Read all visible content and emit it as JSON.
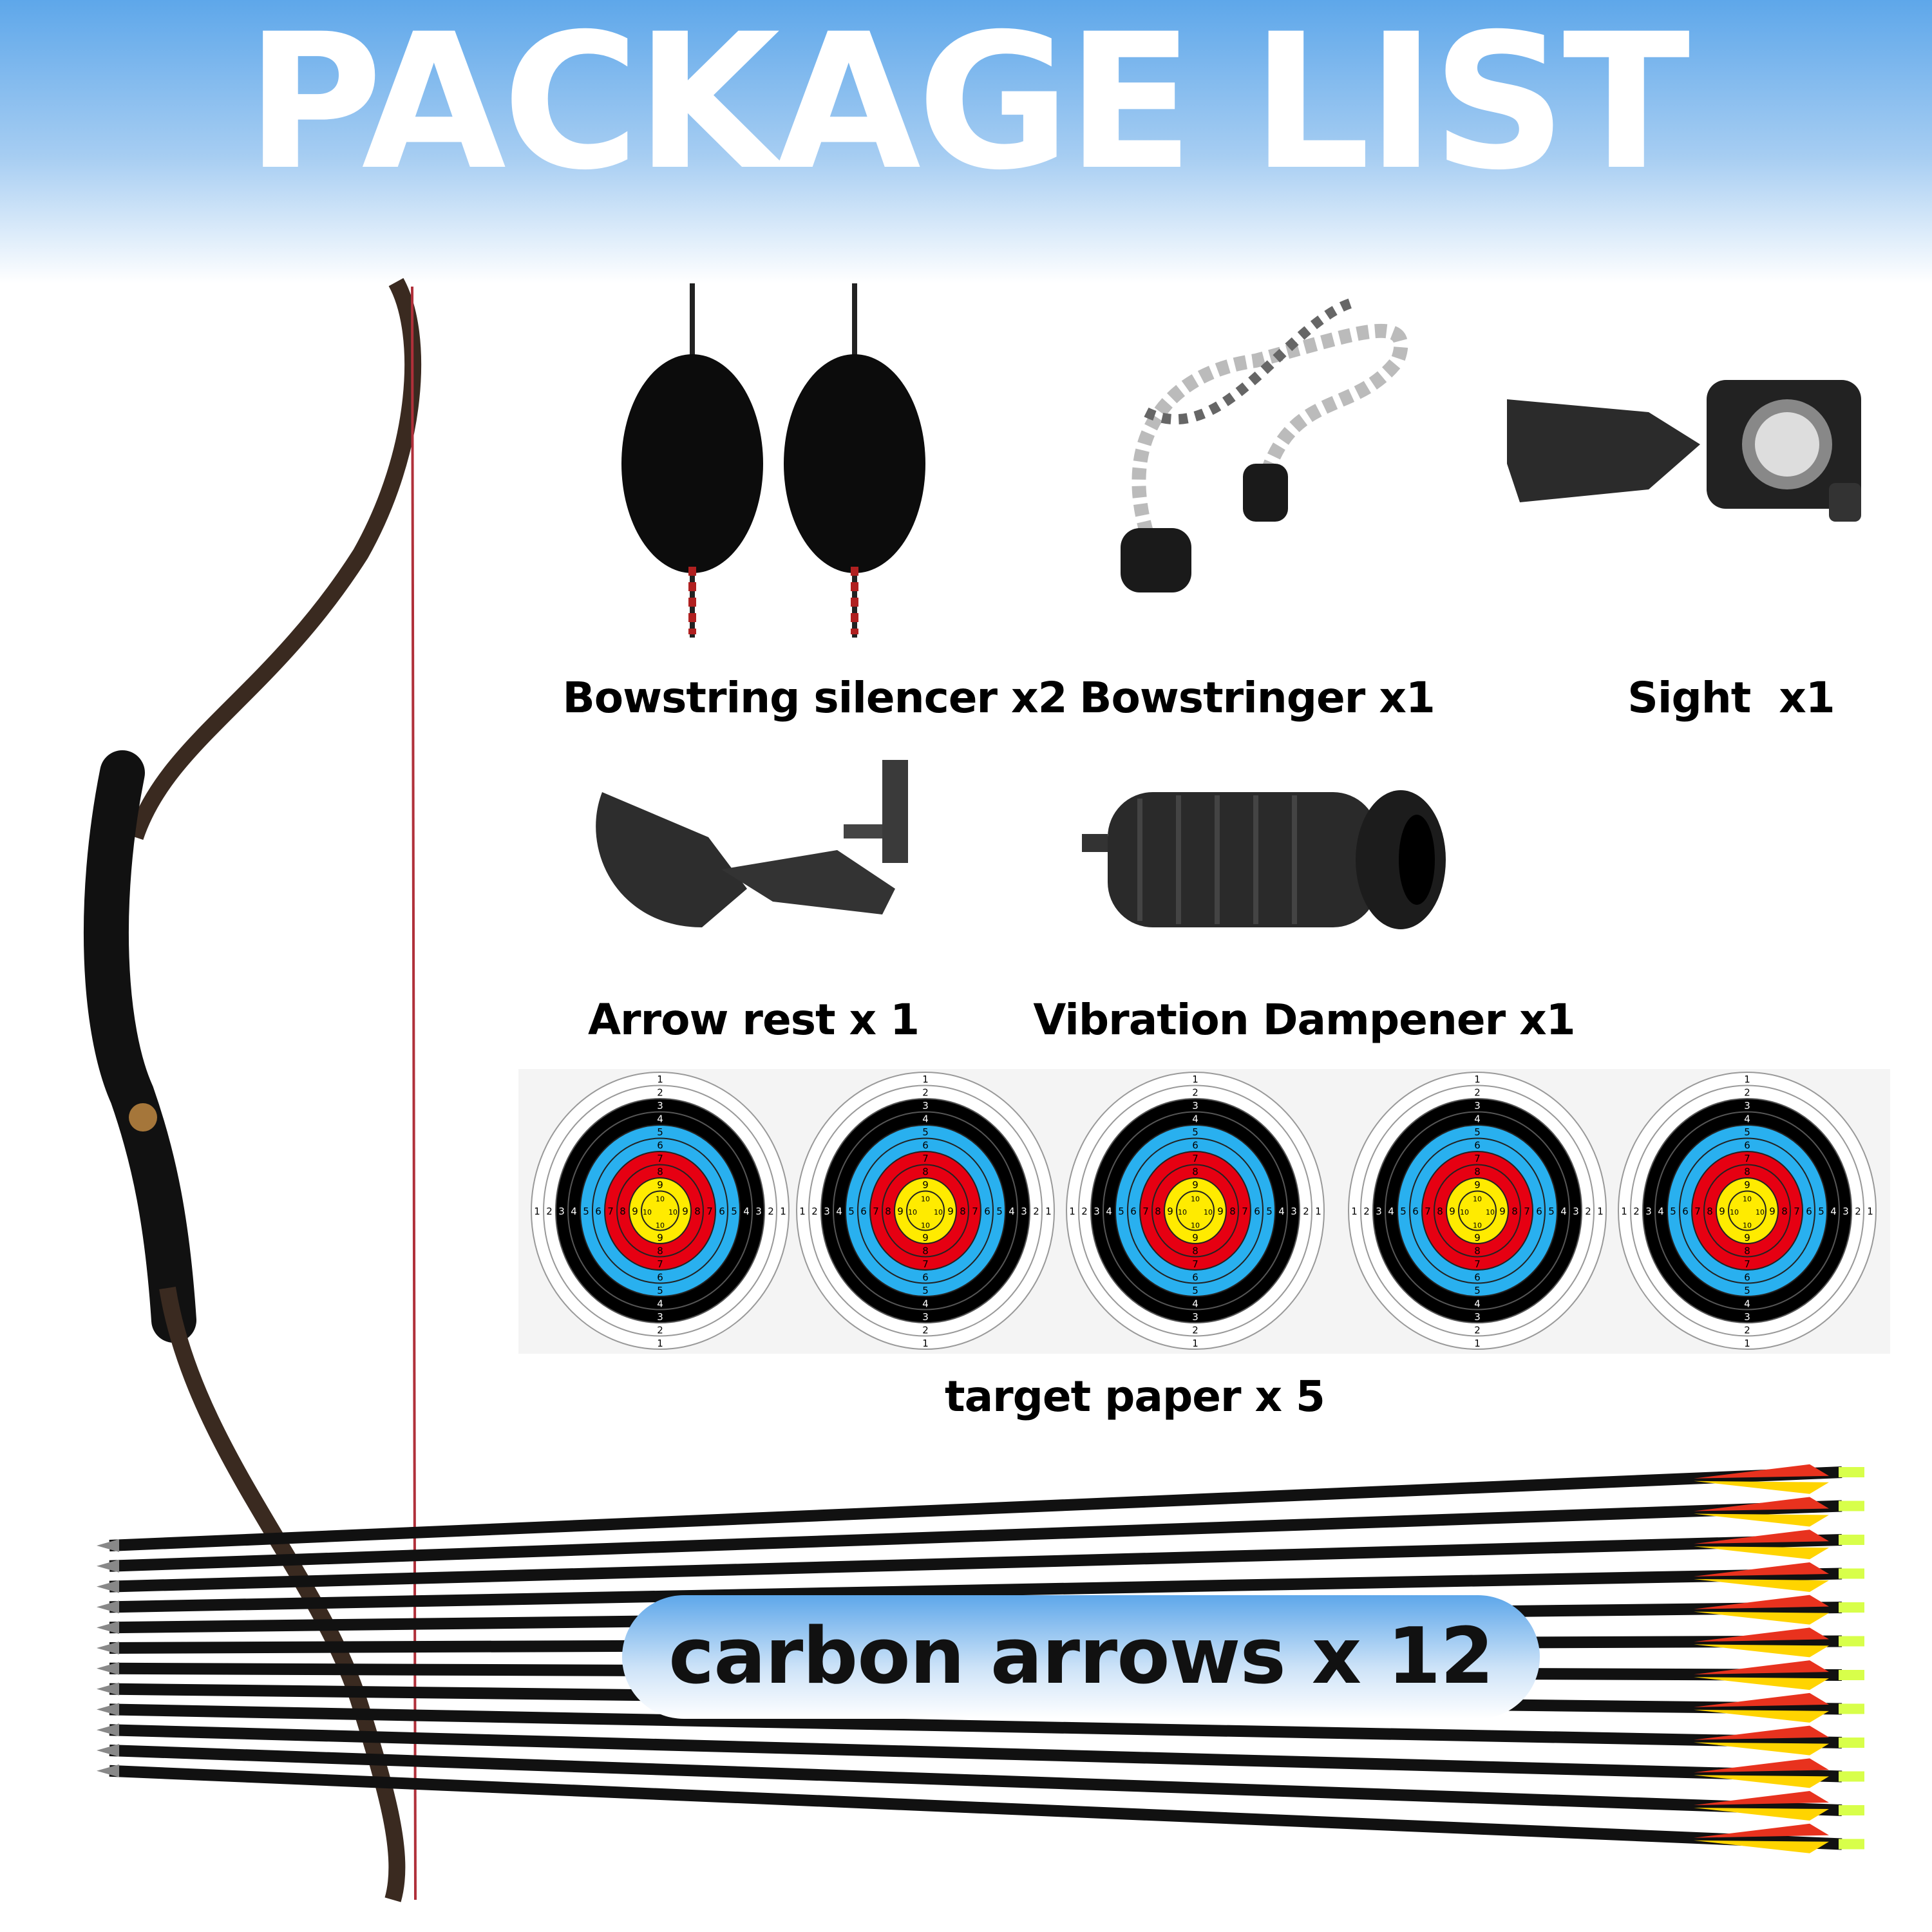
{
  "header": {
    "title": "PACKAGE LIST"
  },
  "items": [
    {
      "label": "Bowstring silencer x2",
      "icon": "fur-silencer"
    },
    {
      "label": "Bowstringer x1",
      "icon": "rope-stringer"
    },
    {
      "label": "Sight  x1",
      "icon": "bow-sight"
    },
    {
      "label": "Arrow rest x 1",
      "icon": "arrow-rest"
    },
    {
      "label": "Vibration Dampener x1",
      "icon": "rubber-dampener"
    },
    {
      "label": "target paper x 5",
      "icon": "archery-target"
    },
    {
      "label": "carbon arrows x 12",
      "icon": "carbon-arrow"
    }
  ],
  "target": {
    "ring_numbers": [
      "1",
      "2",
      "3",
      "4",
      "5",
      "6",
      "7",
      "8",
      "9",
      "10"
    ],
    "count": 5
  },
  "arrows": {
    "count": 12
  },
  "colors": {
    "header_blue": "#5ea7ea",
    "target_yellow": "#ffeb00",
    "target_red": "#e60012",
    "target_blue": "#29b0ef",
    "target_black": "#000000",
    "fletch_red": "#e8321e",
    "fletch_yellow": "#ffd400",
    "nock_green": "#d8ff4a"
  }
}
